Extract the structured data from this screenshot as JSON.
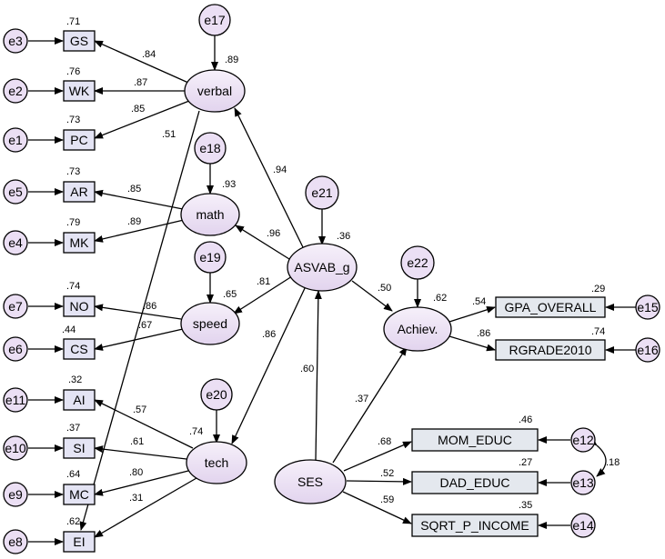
{
  "errors": {
    "e1": "e1",
    "e2": "e2",
    "e3": "e3",
    "e4": "e4",
    "e5": "e5",
    "e6": "e6",
    "e7": "e7",
    "e8": "e8",
    "e9": "e9",
    "e10": "e10",
    "e11": "e11",
    "e12": "e12",
    "e13": "e13",
    "e14": "e14",
    "e15": "e15",
    "e16": "e16",
    "e17": "e17",
    "e18": "e18",
    "e19": "e19",
    "e20": "e20",
    "e21": "e21",
    "e22": "e22"
  },
  "observed": {
    "GS": "GS",
    "WK": "WK",
    "PC": "PC",
    "AR": "AR",
    "MK": "MK",
    "NO": "NO",
    "CS": "CS",
    "AI": "AI",
    "SI": "SI",
    "MC": "MC",
    "EI": "EI",
    "GPA": "GPA_OVERALL",
    "RGRADE": "RGRADE2010",
    "MOM": "MOM_EDUC",
    "DAD": "DAD_EDUC",
    "INCOME": "SQRT_P_INCOME"
  },
  "latent": {
    "verbal": "verbal",
    "math": "math",
    "speed": "speed",
    "tech": "tech",
    "asvab": "ASVAB_g",
    "achiev": "Achiev.",
    "ses": "SES"
  },
  "r2": {
    "GS": ".71",
    "WK": ".76",
    "PC": ".73",
    "AR": ".73",
    "MK": ".79",
    "NO": ".74",
    "CS": ".44",
    "AI": ".32",
    "SI": ".37",
    "MC": ".64",
    "EI": ".62",
    "verbal": ".89",
    "math": ".93",
    "speed": ".65",
    "tech": ".74",
    "asvab": ".36",
    "achiev": ".62",
    "GPA": ".29",
    "RGRADE": ".74",
    "MOM": ".46",
    "DAD": ".27",
    "INCOME": ".35"
  },
  "paths": {
    "verbal_GS": ".84",
    "verbal_WK": ".87",
    "verbal_PC": ".85",
    "verbal_EI": ".51",
    "math_AR": ".85",
    "math_MK": ".89",
    "speed_NO": ".86",
    "speed_CS": ".67",
    "tech_AI": ".57",
    "tech_SI": ".61",
    "tech_MC": ".80",
    "tech_EI": ".31",
    "asvab_verbal": ".94",
    "asvab_math": ".96",
    "asvab_speed": ".81",
    "asvab_tech": ".86",
    "asvab_achiev": ".50",
    "ses_asvab": ".60",
    "ses_achiev": ".37",
    "achiev_GPA": ".54",
    "achiev_RGRADE": ".86",
    "ses_MOM": ".68",
    "ses_DAD": ".52",
    "ses_INCOME": ".59",
    "cov_e12_e13": ".18"
  },
  "colors": {
    "latent_fill_top": "#f6f0fa",
    "latent_fill_bottom": "#e2d4ee",
    "error_fill": "#ebdff4",
    "box_fill": "#e4e4f4",
    "box_wide_fill": "#e4e8ee",
    "stroke": "#000000"
  }
}
